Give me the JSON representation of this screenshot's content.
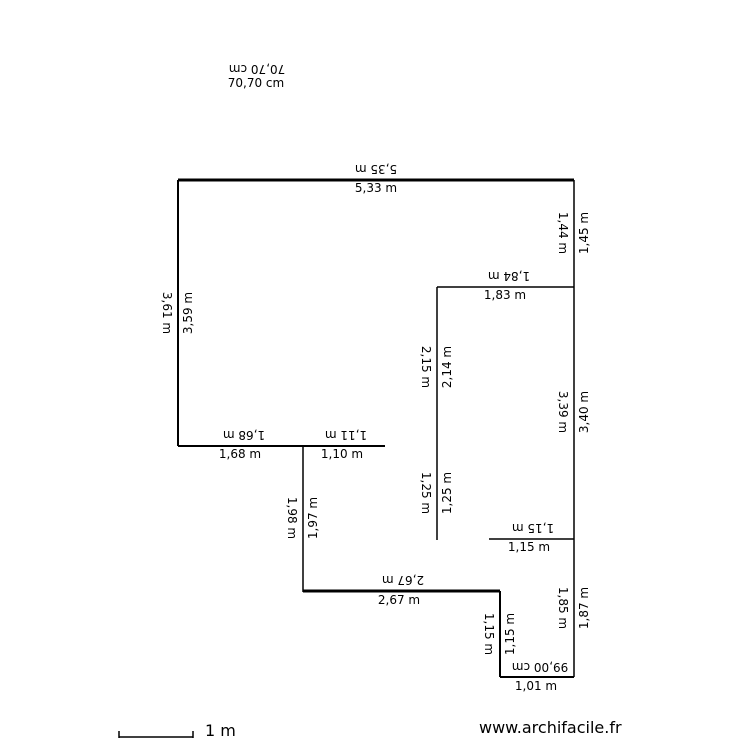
{
  "top_label": {
    "flipped": "70,70 cm",
    "normal": "70,70 cm"
  },
  "walls": {
    "top": {
      "outer": "5,35 m",
      "inner": "5,33 m"
    },
    "left": {
      "outer": "3,61 m",
      "inner": "3,59 m"
    },
    "right_top": {
      "outer": "1,45 m",
      "inner": "1,44 m"
    },
    "step_1": {
      "outer": "1,84 m",
      "inner": "1,83 m"
    },
    "inner_upper": {
      "a": "2,15 m",
      "b": "2,14 m"
    },
    "right_mid": {
      "outer": "3,40 m",
      "inner": "3,39 m"
    },
    "inner_lower": {
      "a": "1,25 m",
      "b": "1,25 m"
    },
    "mid_left": {
      "outer": "1,68 m",
      "inner": "1,68 m"
    },
    "mid_right": {
      "outer": "1,11 m",
      "inner": "1,10 m"
    },
    "step_2": {
      "outer": "1,15 m",
      "inner": "1,15 m"
    },
    "left_lower": {
      "outer": "1,98 m",
      "inner": "1,97 m"
    },
    "bottom_mid": {
      "outer": "2,67 m",
      "inner": "2,67 m"
    },
    "right_low": {
      "outer": "1,87 m",
      "inner": "1,85 m"
    },
    "notch_left": {
      "a": "1,15 m",
      "b": "1,15 m"
    },
    "bottom_small": {
      "outer": "99,00 cm",
      "inner": "1,01 m"
    }
  },
  "scale": {
    "label": "1 m"
  },
  "footer": {
    "url": "www.archifacile.fr"
  }
}
